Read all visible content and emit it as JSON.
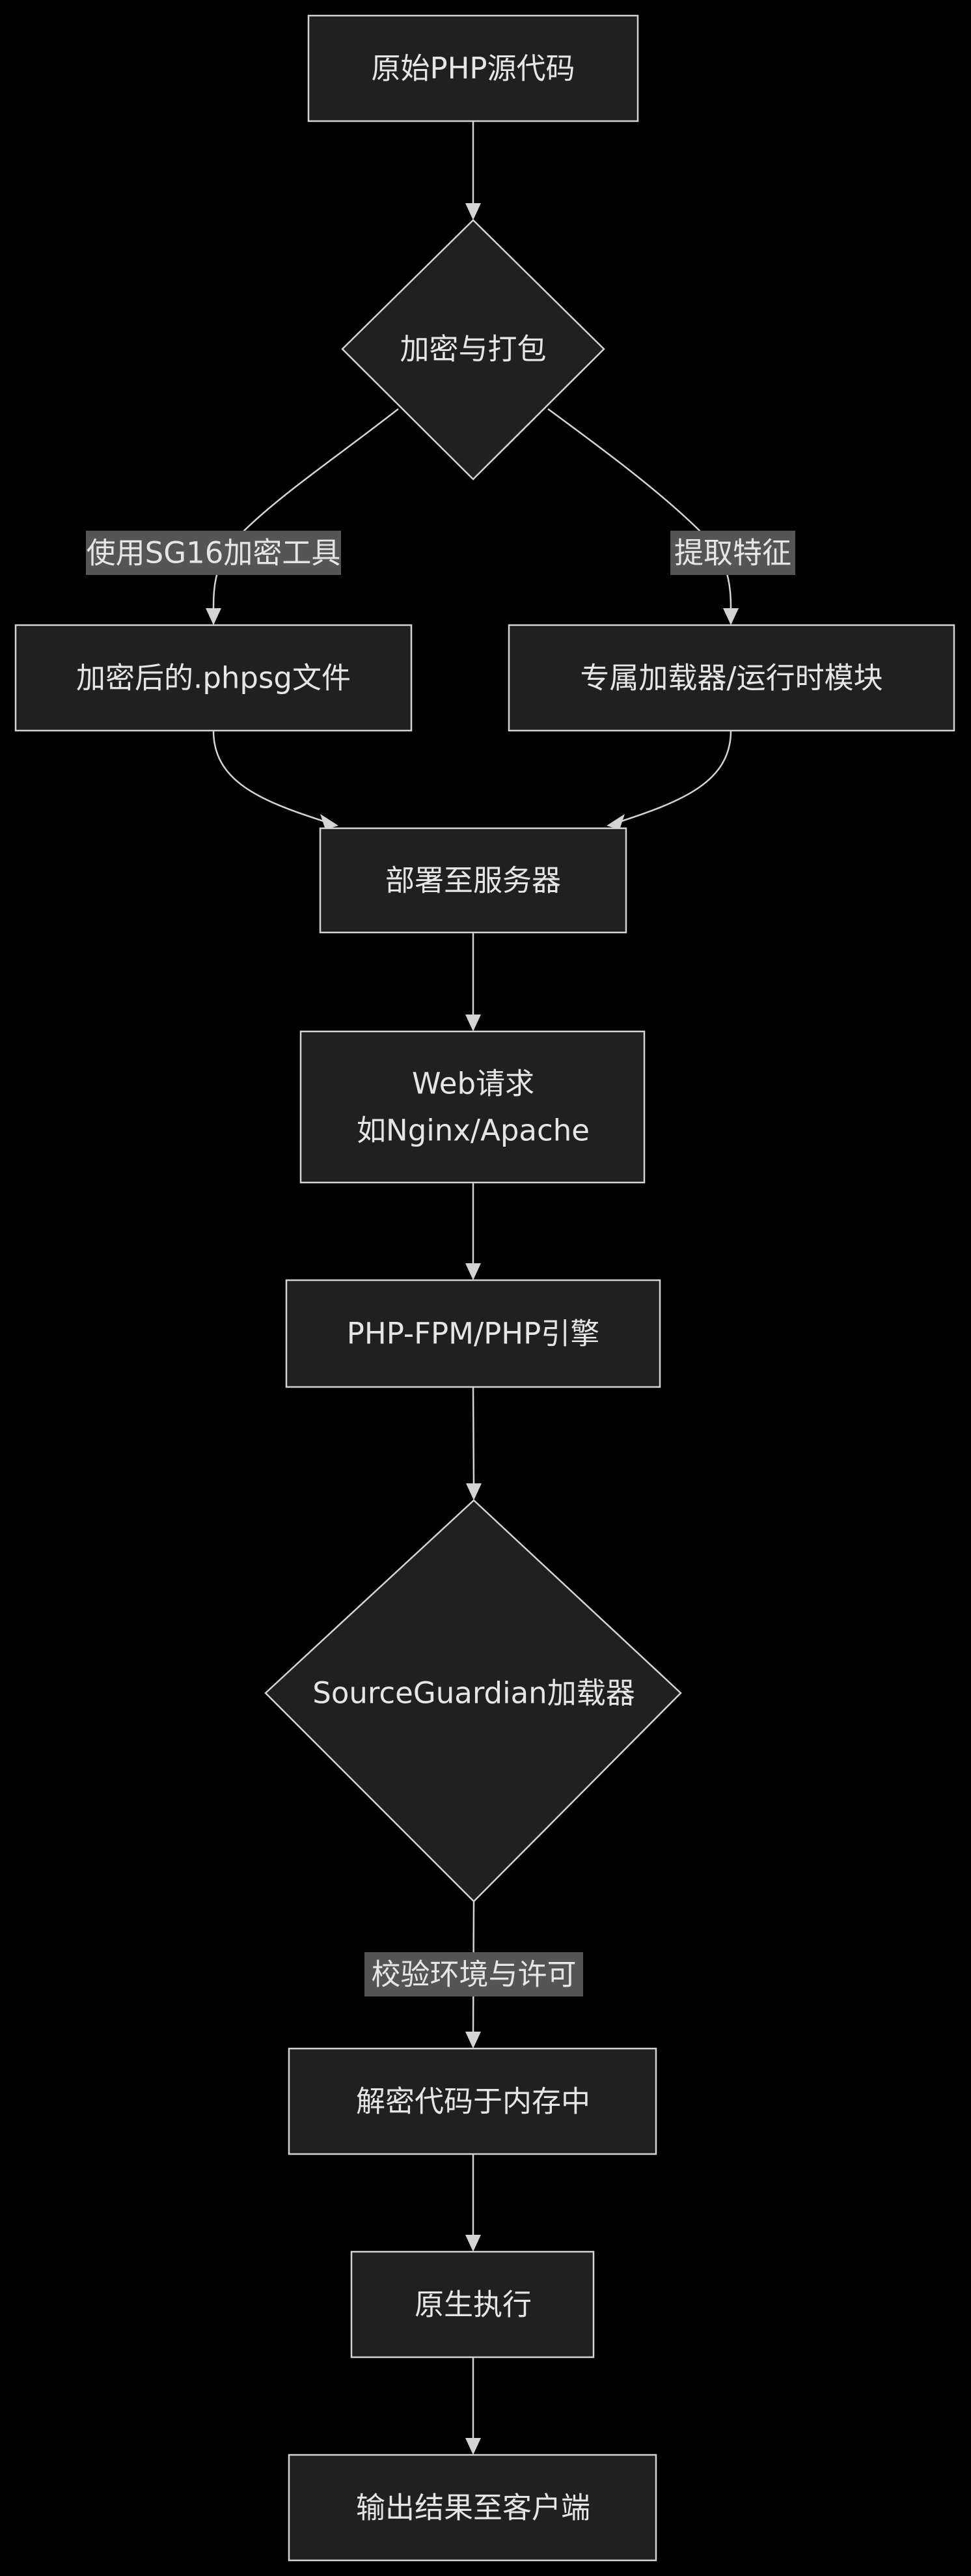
{
  "nodes": {
    "source_code": {
      "label": "原始PHP源代码"
    },
    "encrypt_pack": {
      "label": "加密与打包"
    },
    "encrypted_file": {
      "label": "加密后的.phpsg文件"
    },
    "loader_module": {
      "label": "专属加载器/运行时模块"
    },
    "deploy": {
      "label": "部署至服务器"
    },
    "web_request": {
      "lines": [
        "Web请求",
        "如Nginx/Apache"
      ]
    },
    "php_engine": {
      "label": "PHP-FPM/PHP引擎"
    },
    "sg_loader": {
      "label": "SourceGuardian加载器"
    },
    "decrypt_memory": {
      "label": "解密代码于内存中"
    },
    "native_exec": {
      "label": "原生执行"
    },
    "output_client": {
      "label": "输出结果至客户端"
    }
  },
  "edges": {
    "to_encrypted_file": {
      "label": "使用SG16加密工具"
    },
    "to_loader_module": {
      "label": "提取特征"
    },
    "to_decrypt": {
      "label": "校验环境与许可"
    }
  },
  "colors": {
    "background": "#000000",
    "node_fill": "#202020",
    "node_stroke": "#d4d4d4",
    "text": "#e6e6e6",
    "edge_label_bg": "#555555"
  }
}
